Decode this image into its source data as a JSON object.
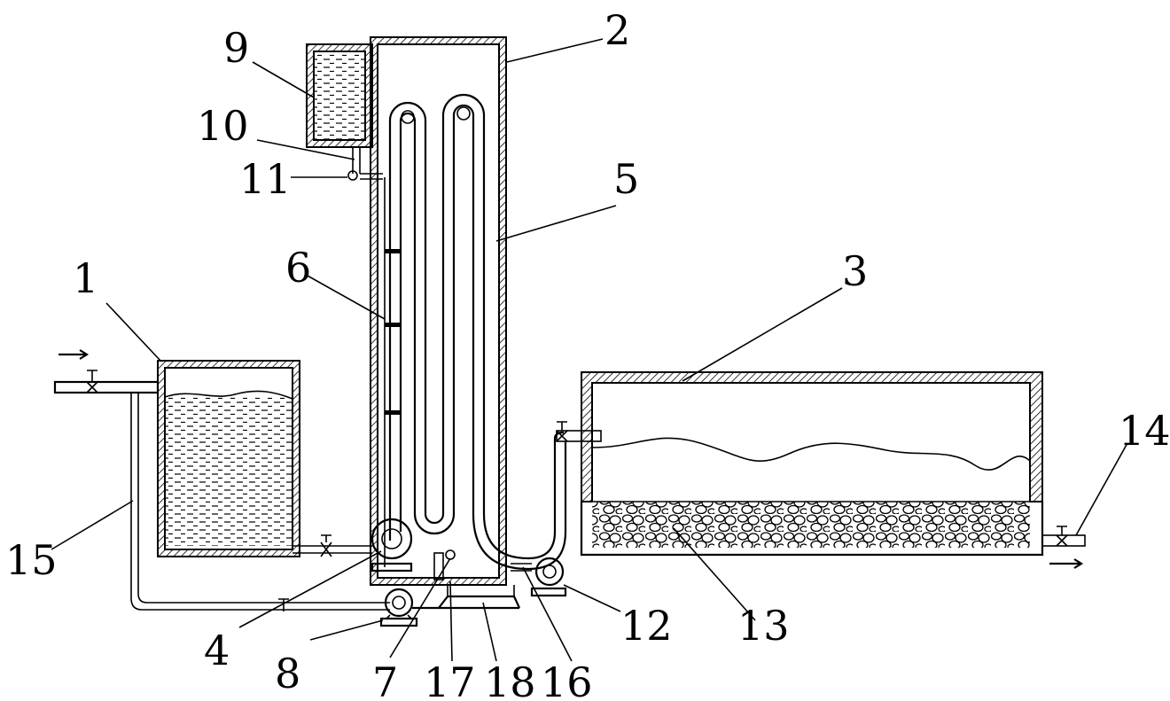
{
  "labels": {
    "l1": "1",
    "l2": "2",
    "l3": "3",
    "l4": "4",
    "l5": "5",
    "l6": "6",
    "l7": "7",
    "l8": "8",
    "l9": "9",
    "l10": "10",
    "l11": "11",
    "l12": "12",
    "l13": "13",
    "l14": "14",
    "l15": "15",
    "l16": "16",
    "l17": "17",
    "l18": "18"
  },
  "colors": {
    "line": "#000000",
    "background": "#ffffff"
  }
}
